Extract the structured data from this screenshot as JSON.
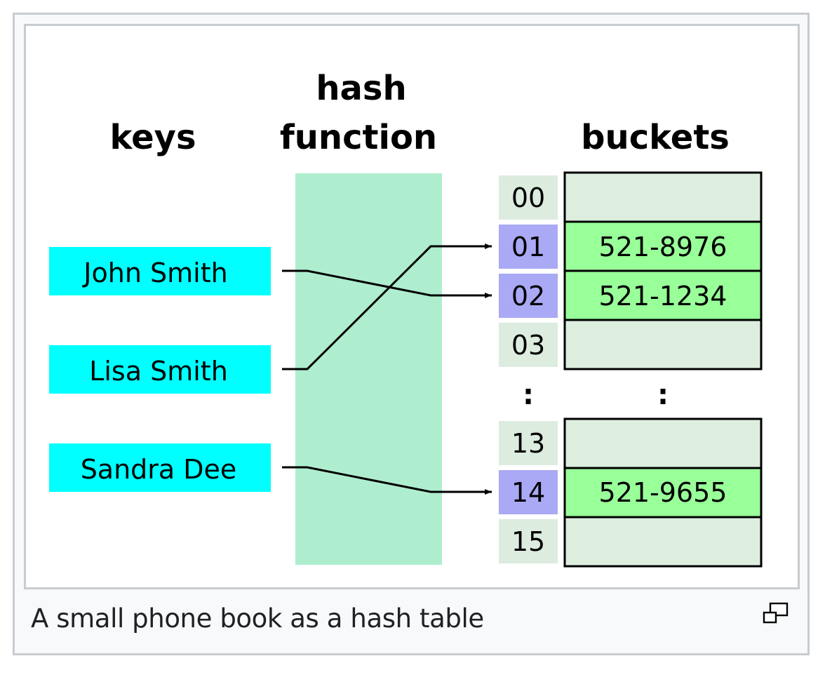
{
  "headers": {
    "keys": "keys",
    "hash_line1": "hash",
    "hash_line2": "function",
    "buckets": "buckets"
  },
  "keys": [
    {
      "name": "John Smith",
      "bucket": "02"
    },
    {
      "name": "Lisa Smith",
      "bucket": "01"
    },
    {
      "name": "Sandra Dee",
      "bucket": "14"
    }
  ],
  "buckets_top": [
    {
      "index": "00",
      "value": ""
    },
    {
      "index": "01",
      "value": "521-8976"
    },
    {
      "index": "02",
      "value": "521-1234"
    },
    {
      "index": "03",
      "value": ""
    }
  ],
  "ellipsis_index": ":",
  "ellipsis_value": ":",
  "buckets_bottom": [
    {
      "index": "13",
      "value": ""
    },
    {
      "index": "14",
      "value": "521-9655"
    },
    {
      "index": "15",
      "value": ""
    }
  ],
  "caption": "A small phone book as a hash table",
  "colors": {
    "key_fill": "#00ffff",
    "hash_fill": "#aeeecf",
    "index_fill": "#dcecdf",
    "index_used_fill": "#a9a9f5",
    "bucket_empty_fill": "#ddeedf",
    "bucket_used_fill": "#99ff99"
  },
  "icons": {
    "magnify": "magnify-icon"
  }
}
